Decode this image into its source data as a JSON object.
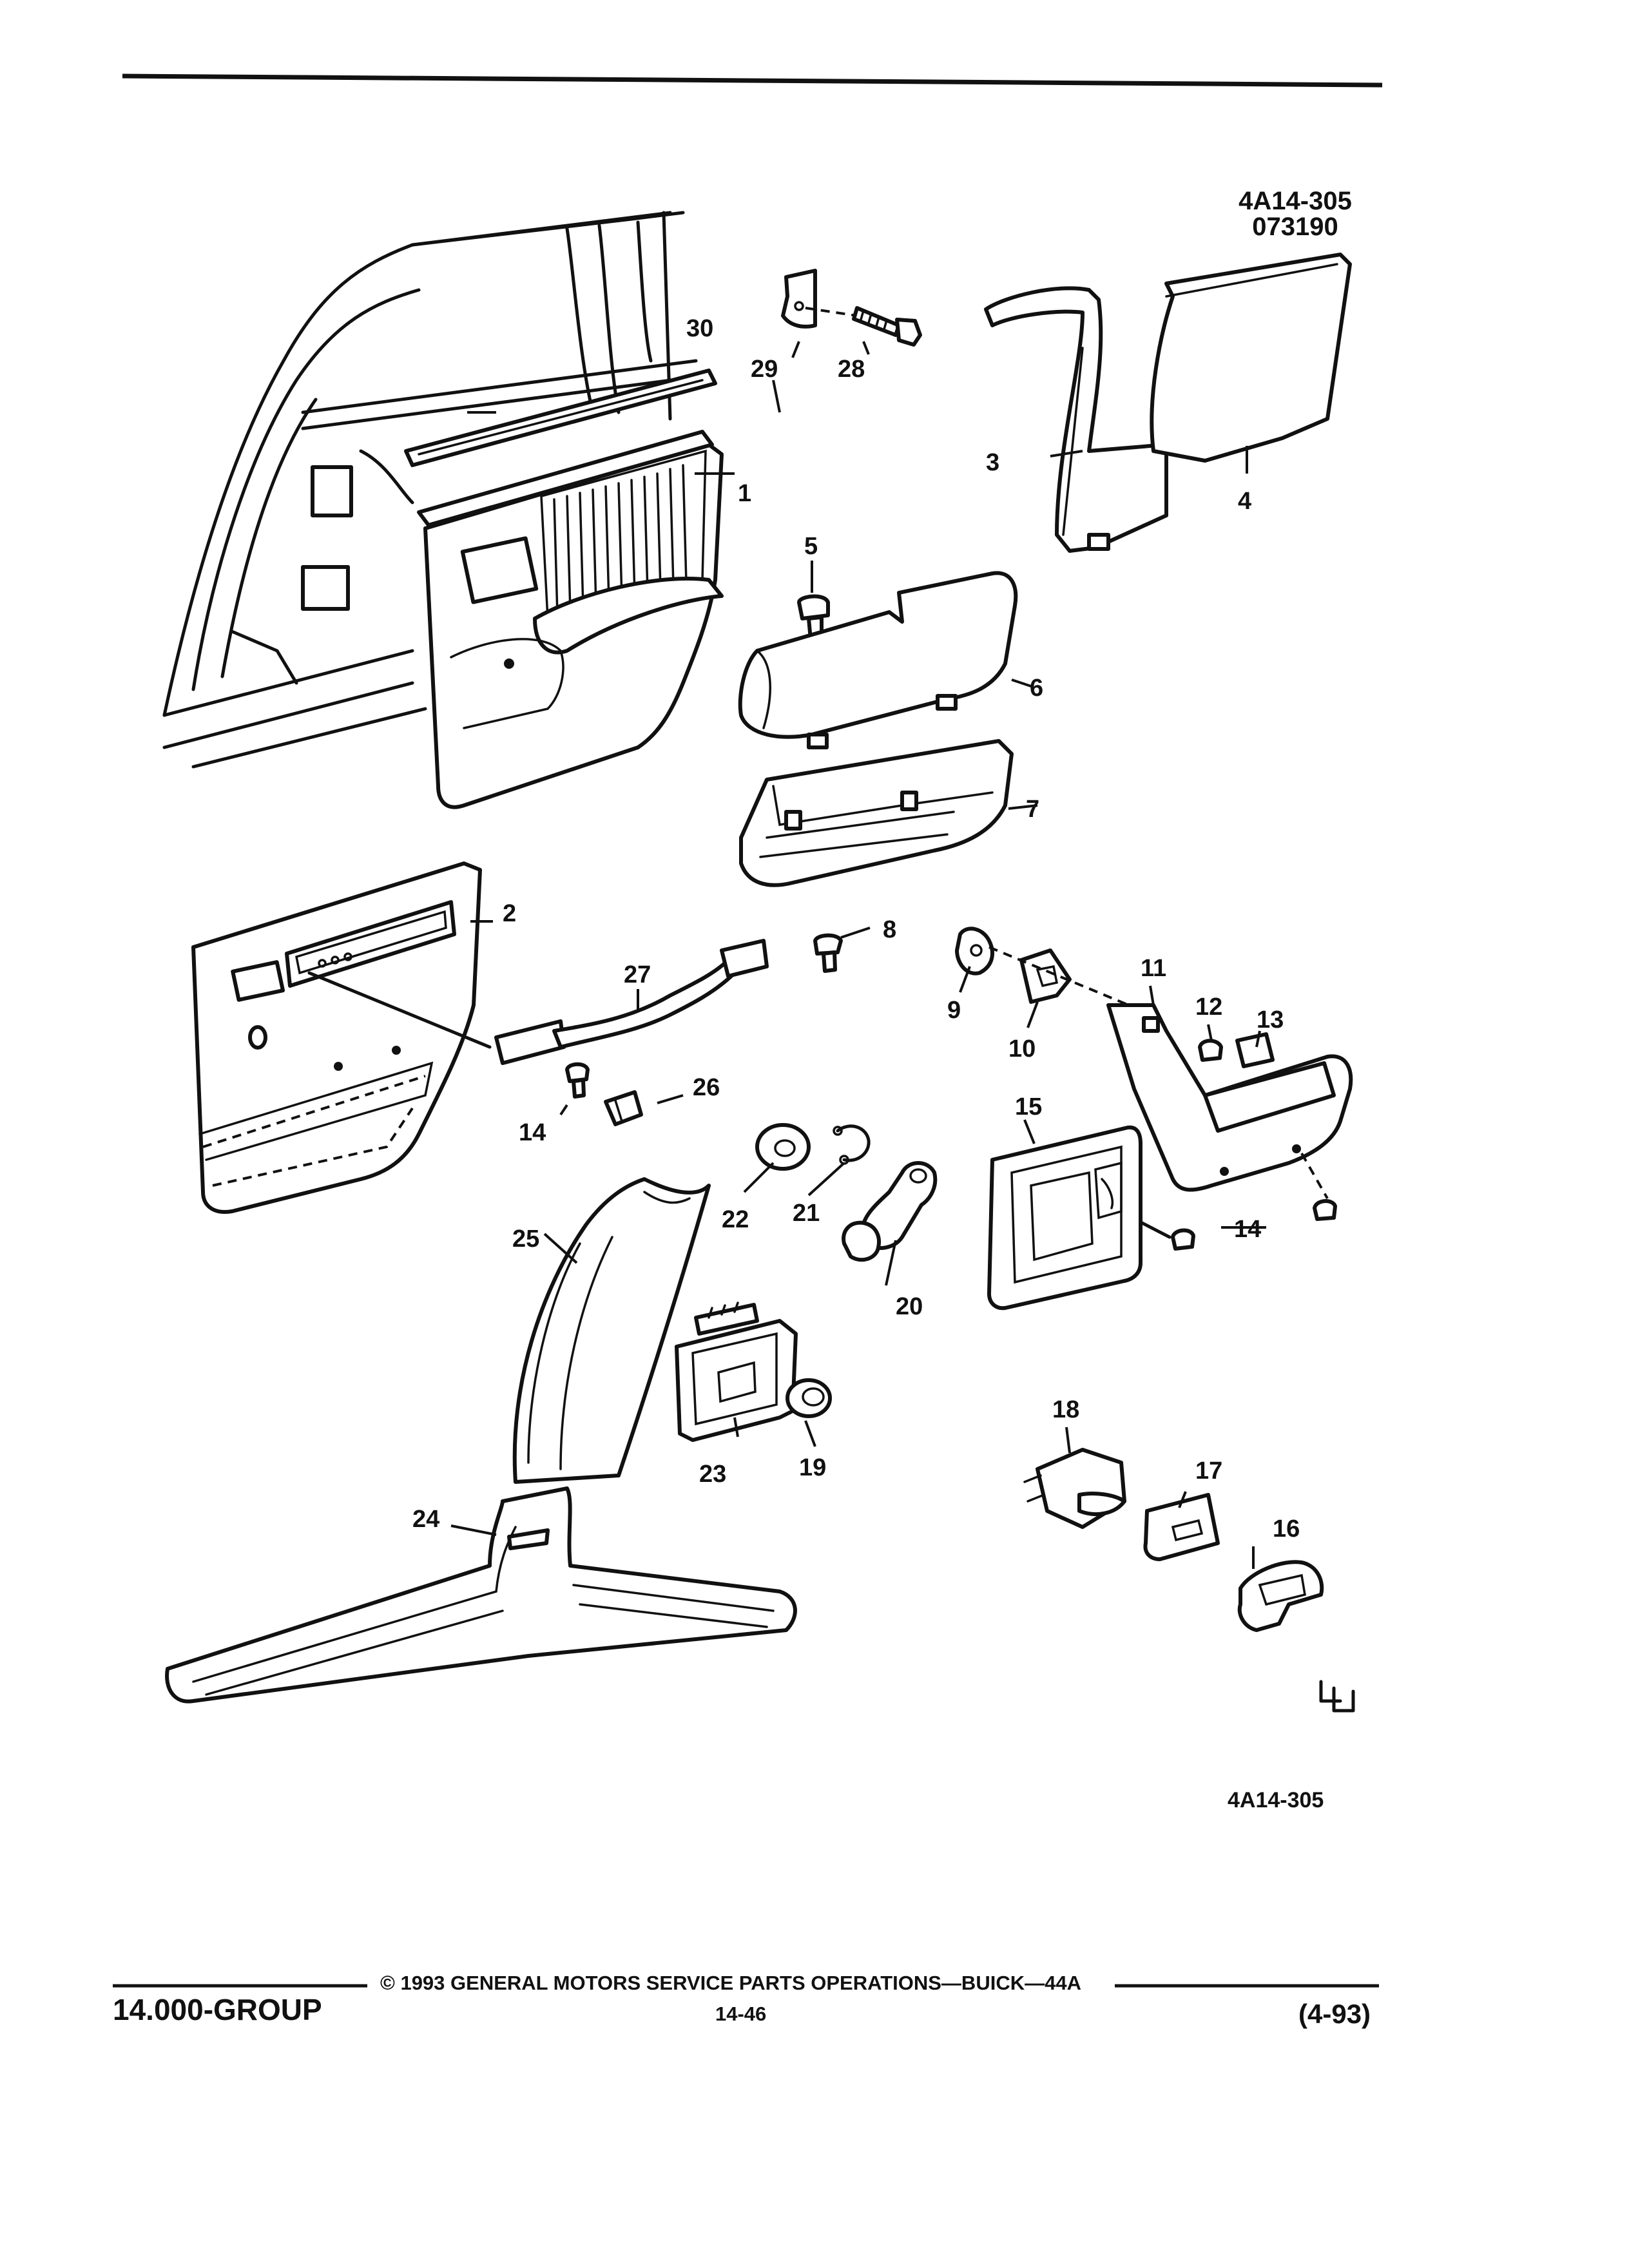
{
  "header": {
    "code": "4A14-305",
    "date_code": "073190"
  },
  "figure_id": "4A14-305",
  "callouts": [
    {
      "id": "c1",
      "text": "1"
    },
    {
      "id": "c2",
      "text": "2"
    },
    {
      "id": "c3",
      "text": "3"
    },
    {
      "id": "c4",
      "text": "4"
    },
    {
      "id": "c5",
      "text": "5"
    },
    {
      "id": "c6",
      "text": "6"
    },
    {
      "id": "c7",
      "text": "7"
    },
    {
      "id": "c8",
      "text": "8"
    },
    {
      "id": "c9",
      "text": "9"
    },
    {
      "id": "c10",
      "text": "10"
    },
    {
      "id": "c11",
      "text": "11"
    },
    {
      "id": "c12",
      "text": "12"
    },
    {
      "id": "c13",
      "text": "13"
    },
    {
      "id": "c14a",
      "text": "14"
    },
    {
      "id": "c14b",
      "text": "14"
    },
    {
      "id": "c15",
      "text": "15"
    },
    {
      "id": "c16",
      "text": "16"
    },
    {
      "id": "c17",
      "text": "17"
    },
    {
      "id": "c18",
      "text": "18"
    },
    {
      "id": "c19",
      "text": "19"
    },
    {
      "id": "c20",
      "text": "20"
    },
    {
      "id": "c21",
      "text": "21"
    },
    {
      "id": "c22",
      "text": "22"
    },
    {
      "id": "c23",
      "text": "23"
    },
    {
      "id": "c24",
      "text": "24"
    },
    {
      "id": "c25",
      "text": "25"
    },
    {
      "id": "c26",
      "text": "26"
    },
    {
      "id": "c27",
      "text": "27"
    },
    {
      "id": "c28",
      "text": "28"
    },
    {
      "id": "c29",
      "text": "29"
    },
    {
      "id": "c30",
      "text": "30"
    }
  ],
  "footer": {
    "group": "14.000-GROUP",
    "copyright": "© 1993 GENERAL MOTORS SERVICE PARTS OPERATIONS—BUICK—44A",
    "page": "14-46",
    "revision": "(4-93)"
  }
}
